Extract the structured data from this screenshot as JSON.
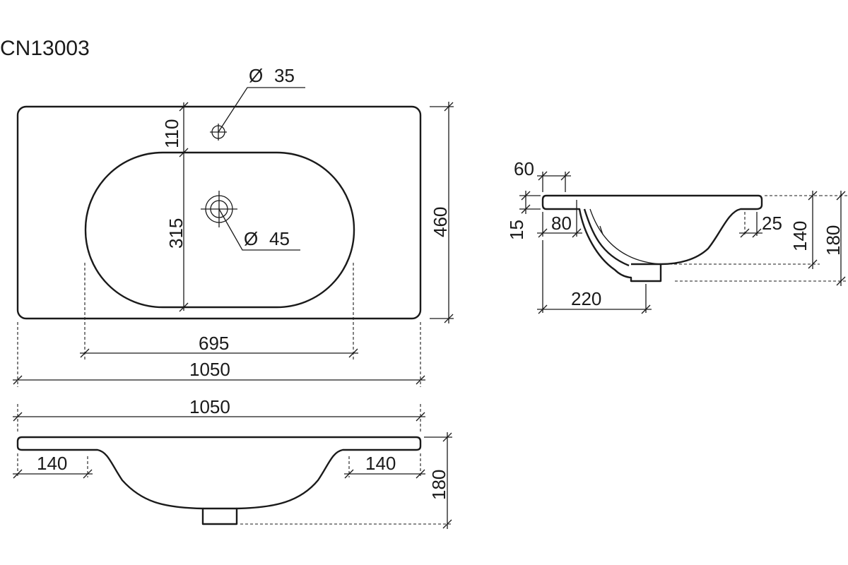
{
  "model": "CN13003",
  "diameter_symbol": "Ø",
  "top_view": {
    "tap_hole": "35",
    "drain_hole": "45",
    "hole_offset": "110",
    "bowl_depth": "315",
    "bowl_width": "695",
    "overall_width": "1050",
    "overall_depth": "460"
  },
  "front_view": {
    "overall_width": "1050",
    "left_rim": "140",
    "right_rim": "140",
    "height": "180"
  },
  "side_view": {
    "lip_width": "60",
    "rim_thickness": "15",
    "inner_offset": "80",
    "right_offset": "25",
    "drain_offset": "220",
    "bowl_height": "140",
    "total_height": "180"
  }
}
